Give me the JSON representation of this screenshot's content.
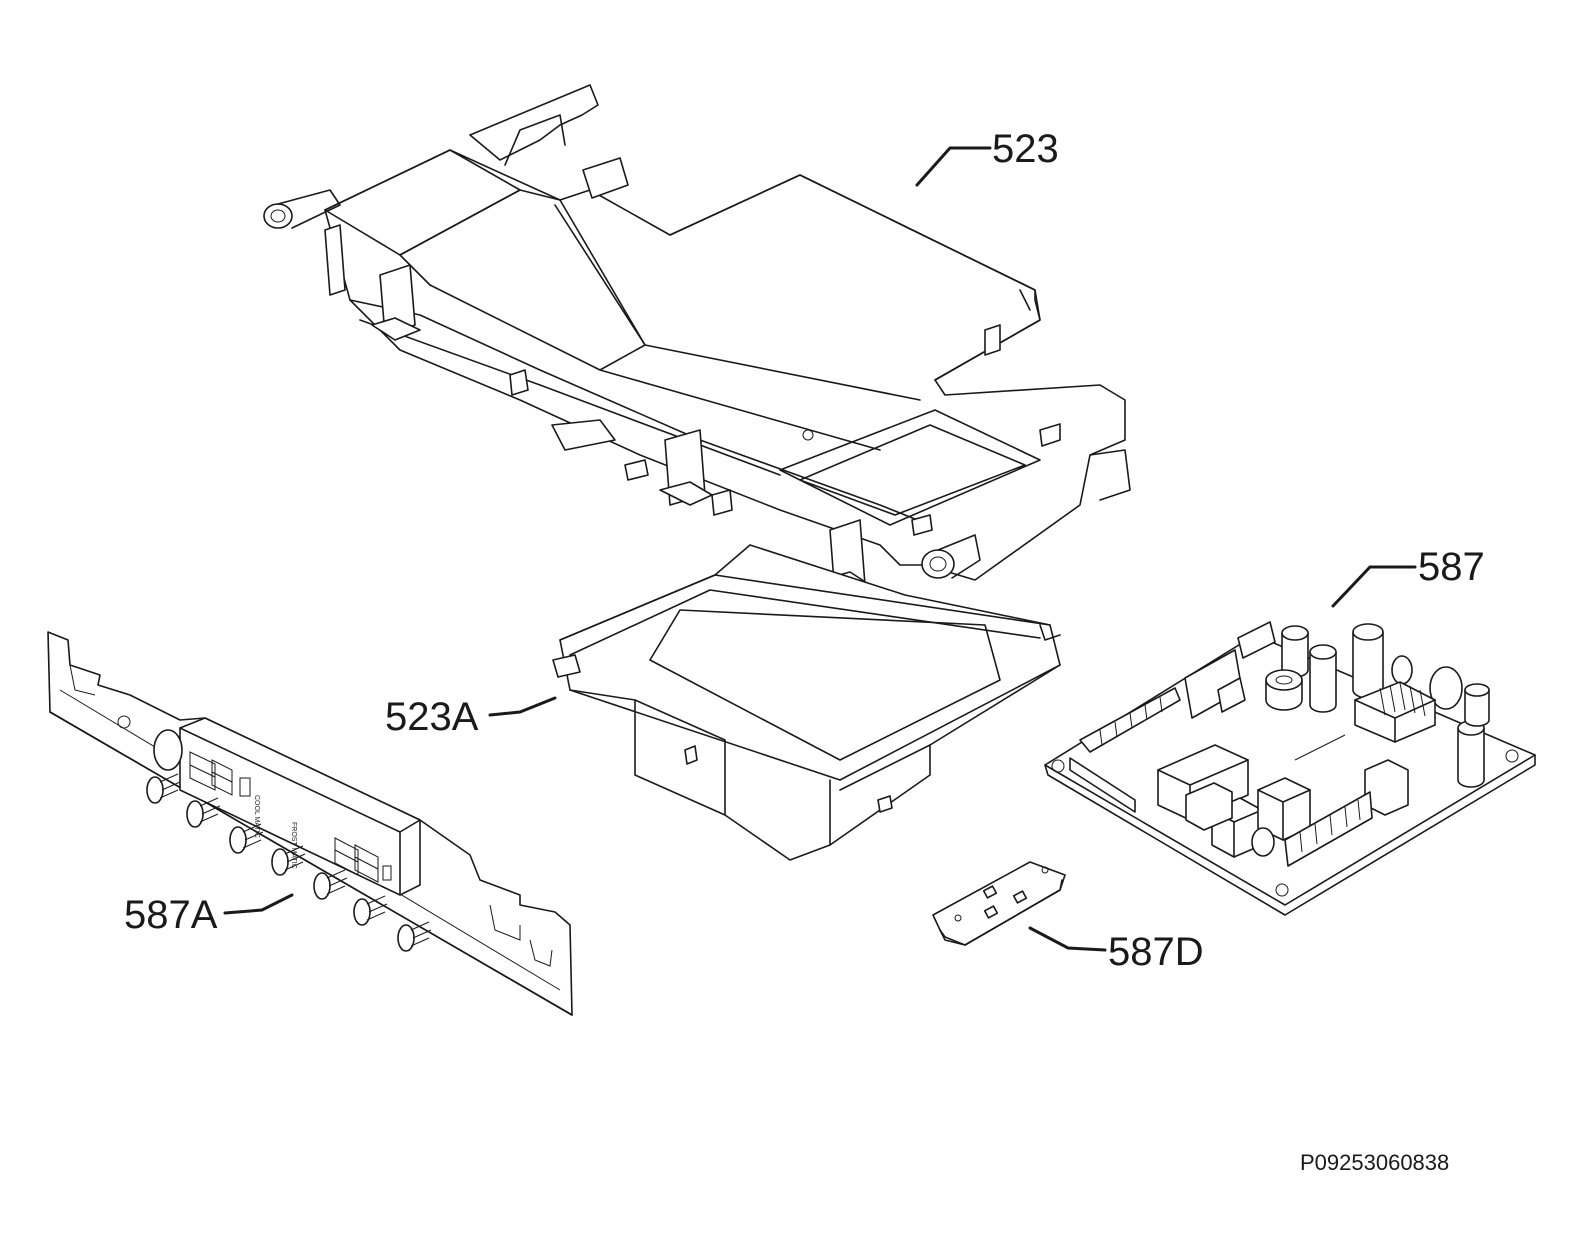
{
  "callouts": {
    "c523": "523",
    "c523a": "523A",
    "c587": "587",
    "c587a": "587A",
    "c587d": "587D"
  },
  "document_code": "P09253060838",
  "panel_markings": {
    "coolmatic": "COOL MATIC",
    "frostmatic": "FROST MATIC"
  }
}
